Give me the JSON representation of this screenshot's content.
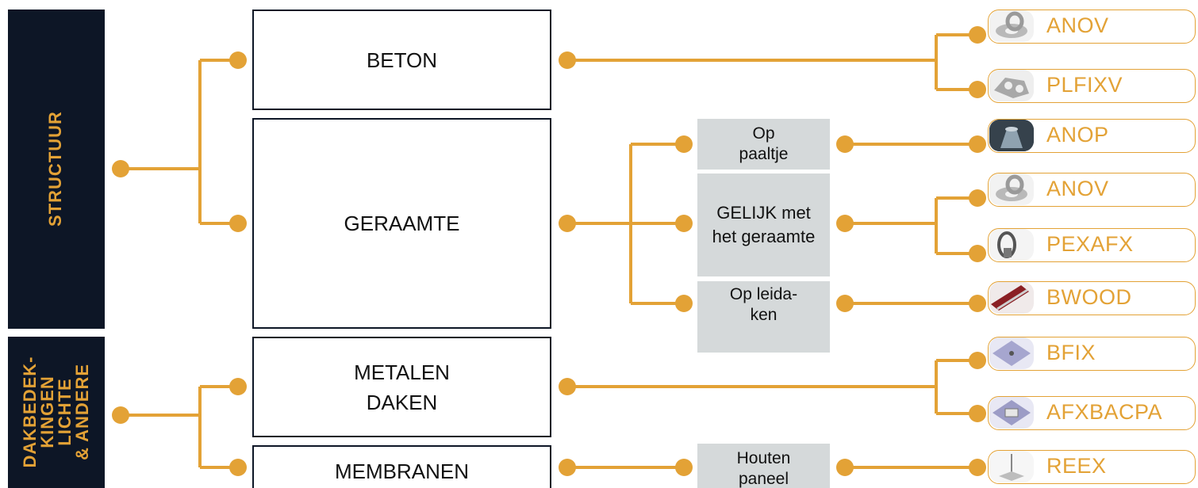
{
  "accent_color": "#e3a236",
  "sidebar_color": "#0d1626",
  "sidebar": {
    "structuur": "STRUCTUUR",
    "dak_lines": [
      "DAKBEDEK-",
      "KINGEN",
      "LICHTE",
      "& ANDERE"
    ]
  },
  "categories": {
    "beton": "BETON",
    "geraamte": "GERAAMTE",
    "metalen_lines": [
      "METALEN",
      "DAKEN"
    ],
    "membranen": "MEMBRANEN"
  },
  "methods": {
    "op_paaltje_lines": [
      "Op",
      "paaltje"
    ],
    "gelijk_lines": [
      "GELIJK met",
      "het geraamte"
    ],
    "op_leidaken_lines": [
      "Op leida-",
      "ken"
    ],
    "houten_paneel_lines": [
      "Houten",
      "paneel"
    ]
  },
  "products": [
    {
      "label": "ANOV",
      "icon": "ring-anchor-icon"
    },
    {
      "label": "PLFIXV",
      "icon": "plate-anchor-icon"
    },
    {
      "label": "ANOP",
      "icon": "post-anchor-icon"
    },
    {
      "label": "ANOV",
      "icon": "ring-anchor-icon"
    },
    {
      "label": "PEXAFX",
      "icon": "cable-loop-icon"
    },
    {
      "label": "BWOOD",
      "icon": "wood-beam-icon"
    },
    {
      "label": "BFIX",
      "icon": "roof-plate-icon"
    },
    {
      "label": "AFXBACPA",
      "icon": "roof-bracket-icon"
    },
    {
      "label": "REEX",
      "icon": "post-base-icon"
    }
  ]
}
